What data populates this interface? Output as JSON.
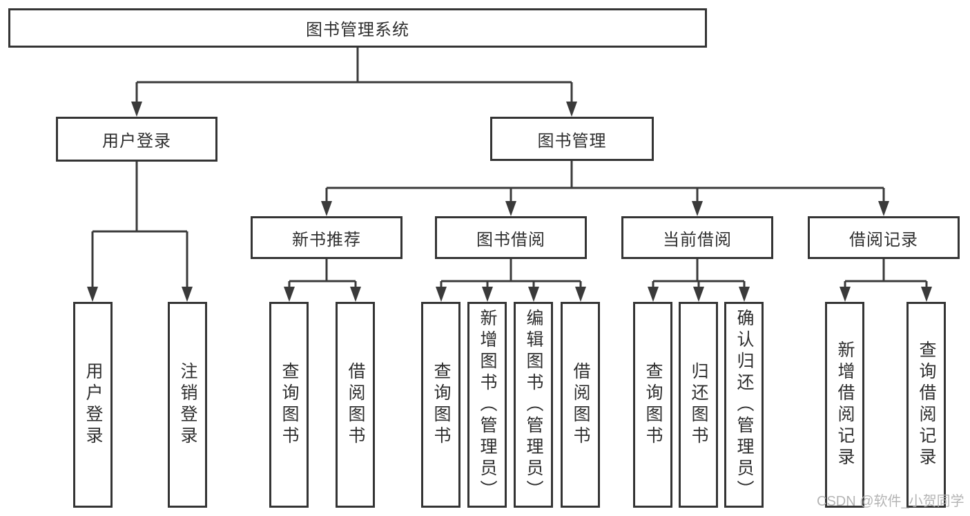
{
  "diagram_type": "hierarchy-tree",
  "colors": {
    "line": "#3a3a3a",
    "box_border": "#343434",
    "text": "#2e2e2e",
    "watermark": "#b1b1b1",
    "background": "#ffffff"
  },
  "tree": {
    "label": "图书管理系统",
    "children": [
      {
        "label": "用户登录",
        "children": [
          {
            "label": "用户登录"
          },
          {
            "label": "注销登录"
          }
        ]
      },
      {
        "label": "图书管理",
        "children": [
          {
            "label": "新书推荐",
            "children": [
              {
                "label": "查询图书"
              },
              {
                "label": "借阅图书"
              }
            ]
          },
          {
            "label": "图书借阅",
            "children": [
              {
                "label": "查询图书"
              },
              {
                "label": "新增图书（管理员）"
              },
              {
                "label": "编辑图书（管理员）"
              },
              {
                "label": "借阅图书"
              }
            ]
          },
          {
            "label": "当前借阅",
            "children": [
              {
                "label": "查询图书"
              },
              {
                "label": "归还图书"
              },
              {
                "label": "确认归还（管理员）"
              }
            ]
          },
          {
            "label": "借阅记录",
            "children": [
              {
                "label": "新增借阅记录"
              },
              {
                "label": "查询借阅记录"
              }
            ]
          }
        ]
      }
    ]
  },
  "watermark": {
    "text": "CSDN @软件_小贺同学"
  }
}
